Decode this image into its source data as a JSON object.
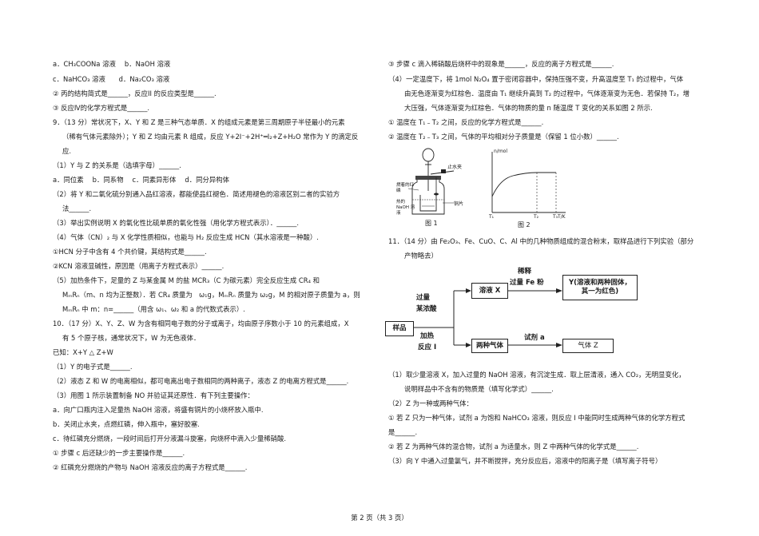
{
  "left_lines": [
    "a．CH₃COONa 溶液　 b．NaOH 溶液",
    "c．NaHCO₃ 溶液　　d．Na₂CO₃ 溶液",
    "② 丙的结构简式是______，反应II 的反应类型是______.",
    "③ 反应Ⅳ的化学方程式是______.",
    "9．（13 分）常状况下，X、Y 和 Z 是三种气态单质．X 的组成元素是第三周期原子半径最小的元素",
    "（稀有气体元素除外）；Y 和 Z 均由元素 R 组成，反应 Y+2I⁻+2H⁺═I₂+Z+H₂O 常作为 Y 的滴定反",
    "应.",
    "（1）Y 与 Z 的关系是（选填字母）______.",
    "a．同位素　 b．同系物　 c．同素异形体　 d．同分异构体",
    "（2）将 Y 和二氧化硫分别通入品红溶液，都能使品红褪色．简述用褪色的溶液区别二者的实验方",
    "法______.",
    "（3）举出实例说明 X 的氧化性比硫单质的氧化性强（用化学方程式表示）．______.",
    "（4）气体（CN）₂ 与 X 化学性质相似，也能与 H₂ 反应生成 HCN（其水溶液是一种酸）.",
    "①HCN 分子中含有 4 个共价键，其结构式是______.",
    "②KCN 溶液显碱性，原因是（用离子方程式表示）______.",
    "（5）加热条件下，足量的 Z 与某金属 M 的盐 MCR₃（C 为碳元素）完全反应生成 CR₄ 和",
    "MₘRₙ（m、n 均为正整数）．若 CR₄ 质量为　ω₁g，MₘRₙ 质量为 ω₂g，M 的相对原子质量为 a，则",
    "MₘRₙ 中 m：n=______（用含 ω₁、ω₂ 和 a 的代数式表示）.",
    "10．（17 分）X、Y、Z、W 为含有相同电子数的分子或离子，均由原子序数小于 10 的元素组成，X",
    "有 5 个原子核，通常状况下，W 为无色液体．",
    "已知：X+Y △ Z+W",
    "（1）Y 的电子式是______.",
    "（2）液态 Z 和 W 的电离相似，都可电离出电子数相同的两种离子，液态 Z 的电离方程式是______.",
    "（3）用图 1 所示装置制备 NO 并验证其还原性．有下列主要操作：",
    "a．向广口瓶内注入足量热 NaOH 溶液，将盛有铜片的小烧杯放入瓶中.",
    "b．关闭止水夹，点燃红磷，伸入瓶中，塞好胶塞.",
    "c．待红磷充分燃烧，一段时间后打开分液漏斗旋塞，向烧杯中滴入少量稀硝酸.",
    "① 步骤 c 后还缺少的一步主要操作是______.",
    "② 红磷充分燃烧的产物与 NaOH 溶液反应的离子方程式是______."
  ],
  "right_top_lines": [
    "③ 步骤 c 滴入稀硝酸后烧杯中的现象是______，反应的离子方程式是______.",
    "（4）一定温度下，将 1mol N₂O₄ 置于密闭容器中，保持压强不变，升高温度至 T₁ 的过程中，气体",
    "由无色逐渐变为红棕色．温度由 T₁ 继续升高到 T₂ 的过程中，气体逐渐变为无色．若保持 T₂，增",
    "大压强，气体逐渐变为红棕色．气体的物质的量 n 随温度 T 变化的关系如图 2 所示.",
    "① 温度在 T₁﹣T₂ 之间，反应的化学方程式是______.",
    "② 温度在 T₂﹣T₃ 之间，气体的平均相对分子质量是（保留 1 位小数）______."
  ],
  "figure1": {
    "label_stopcock": "止水夹",
    "label_phosphorus": "燃着的红磷",
    "label_naoh": "热的 NaOH 溶液",
    "label_copper": "铜片",
    "caption": "图 1"
  },
  "figure2": {
    "ylabel": "n/mol",
    "xlabel": "T/K",
    "ticks": [
      "T₁",
      "T₂",
      "T₃"
    ],
    "caption": "图 2"
  },
  "right_mid_lines": [
    "11．（14 分）由 Fe₂O₃、Fe、CuO、C、Al 中的几种物质组成的混合粉末，取样品进行下列实验（部分",
    "产物略去）"
  ],
  "flow": {
    "sample": "样品",
    "reagent_top_1": "过量",
    "reagent_top_2": "某浓酸",
    "heat_1": "加热",
    "heat_2": "反应 I",
    "solution_x": "溶液 X",
    "dilute_1": "稀释",
    "dilute_2": "过量 Fe 粉",
    "product_y_1": "Y(溶液和两种固体，",
    "product_y_2": "其一为红色)",
    "two_gases": "两种气体",
    "reagent_a": "试剂 a",
    "gas_z": "气体 Z"
  },
  "right_bottom_lines": [
    "（1）取少量溶液 X，加入过量的 NaOH 溶液，有沉淀生成．取上层清液，通入 CO₂，无明显变化，",
    "说明样品中不含有的物质是（填写化学式）______.",
    "（2）Z 为一种或两种气体：",
    "① 若 Z 只为一种气体，试剂 a 为饱和 NaHCO₃ 溶液，则反应 I 中能同时生成两种气体的化学方程式",
    "是______.",
    "② 若 Z 为两种气体的混合物，试剂 a 为适量水，则 Z 中两种气体的化学式是______.",
    "（3）向 Y 中通入过量氯气，并不断搅拌，充分反应后，溶液中的阳离子是（填写离子符号）"
  ],
  "footer": "第 2 页（共 3 页）"
}
